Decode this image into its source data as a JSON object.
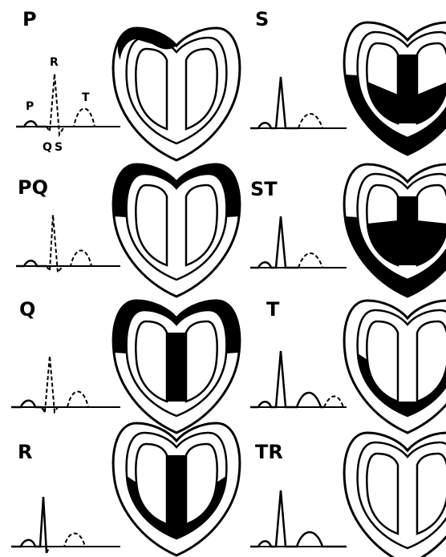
{
  "figure": {
    "panels": [
      {
        "phase": "P",
        "wave_labels": [
          "P",
          "R",
          "T",
          "Q",
          "S"
        ],
        "active": "P"
      },
      {
        "phase": "PQ",
        "active": "PQ"
      },
      {
        "phase": "Q",
        "active": "Q"
      },
      {
        "phase": "R",
        "active": "R"
      },
      {
        "phase": "S",
        "active": "S"
      },
      {
        "phase": "ST",
        "active": "ST"
      },
      {
        "phase": "T",
        "active": "T"
      },
      {
        "phase": "TR",
        "active": "TR"
      }
    ]
  }
}
